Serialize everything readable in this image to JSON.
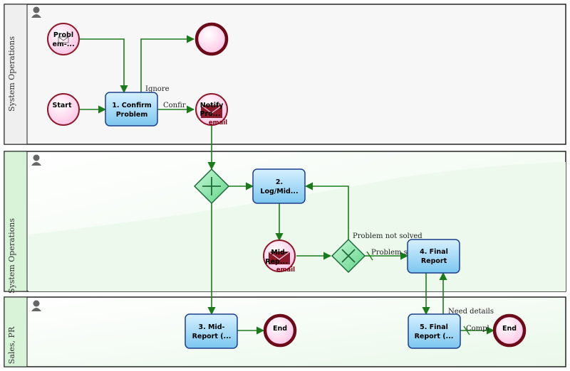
{
  "pools": [
    {
      "id": "pool1",
      "title": "System Operations"
    },
    {
      "id": "pool2",
      "title": "System Operations"
    },
    {
      "id": "pool3",
      "title": "Sales, PR"
    }
  ],
  "nodes": {
    "problem_email_start": {
      "line1": "Probl",
      "line2": "em-..."
    },
    "start": {
      "label": "Start"
    },
    "end_top": {
      "label": ""
    },
    "task_confirm": {
      "line1": "1. Confirm",
      "line2": "Problem"
    },
    "notify_email": {
      "line1": "Notify",
      "line2": "Pro...",
      "tag": "email"
    },
    "task_log": {
      "line1": "2.",
      "line2": "Log/Mid..."
    },
    "mid_email": {
      "line1": "Mid-",
      "line2": "Rep...",
      "tag": "email"
    },
    "task_final_report_4": {
      "line1": "4. Final",
      "line2": "Report"
    },
    "task_mid_report_3": {
      "line1": "3. Mid-",
      "line2": "Report (..."
    },
    "end_mid": {
      "label": "End"
    },
    "task_final_report_5": {
      "line1": "5. Final",
      "line2": "Report (..."
    },
    "end_final": {
      "label": "End"
    }
  },
  "edge_labels": {
    "ignore": "Ignore",
    "confirm": "Confir",
    "problem_not_solved": "Problem not solved",
    "problem_solved": "Problem s",
    "need_details": "Need details",
    "complete": "Compl"
  },
  "colors": {
    "lane_header_gray": "#efefef",
    "lane_header_green": "#d8f3d8",
    "task_fill": "#9fd6f5",
    "task_border": "#1b3f8a",
    "event_fill": "#ffd0ea",
    "event_border": "#8b1a2a",
    "gateway_fill": "#7fe0a0",
    "gateway_border": "#1e6b3a",
    "edge": "#1c7a1c"
  },
  "icons": {
    "lane_user": "user-icon",
    "message": "envelope-icon"
  }
}
